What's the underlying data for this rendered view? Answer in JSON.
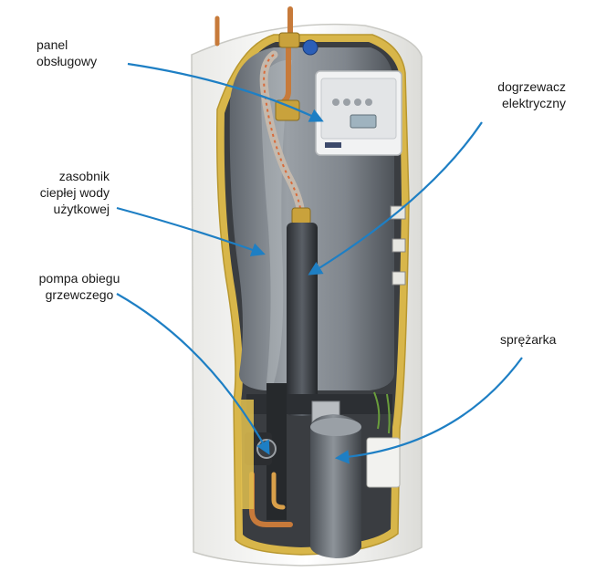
{
  "labels": {
    "panel": "panel\nobsługowy",
    "heater": "dogrzewacz\nelektryczny",
    "tank": "zasobnik\nciepłej wody\nużytkowej",
    "pump": "pompa obiegu\ngrzewczego",
    "compressor": "sprężarka"
  },
  "colors": {
    "arrow": "#1e7fc4",
    "tank": "#7f858c",
    "casing": "#f4f4f2",
    "insulation": "#d8b64a",
    "copper": "#c77a3a"
  },
  "icons": {
    "arrow": "arrow-icon"
  }
}
